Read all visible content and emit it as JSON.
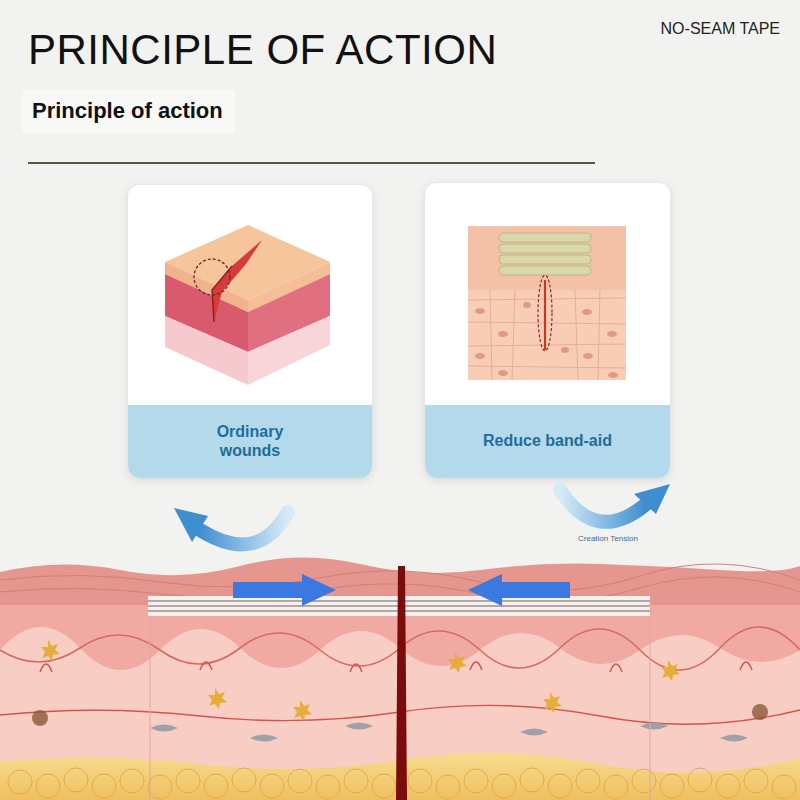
{
  "diagram": {
    "title": "PRINCIPLE OF ACTION",
    "nodes": [
      {
        "text": [
          "Ordinary wounds"
        ]
      },
      {
        "text": [
          "Reduce band-aid"
        ]
      }
    ],
    "labels": [
      "NO-SEAM TAPE",
      "Principle of action",
      "Creation Tension"
    ]
  }
}
